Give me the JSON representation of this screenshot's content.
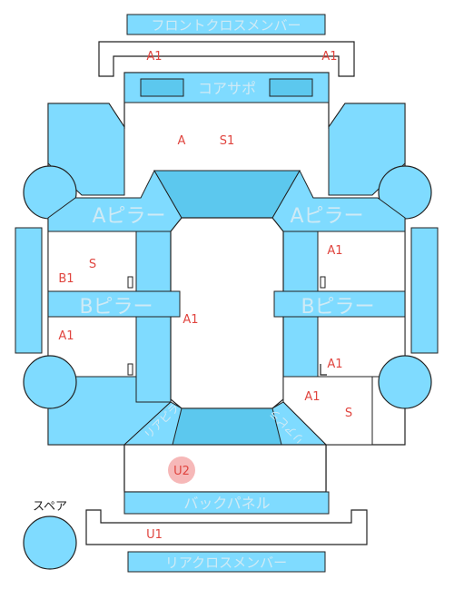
{
  "parts": {
    "front_cross_member": "フロントクロスメンバー",
    "core_support": "コアサポ",
    "a_pillar_left": "Aピラー",
    "a_pillar_right": "Aピラー",
    "b_pillar_left": "Bピラー",
    "b_pillar_right": "Bピラー",
    "back_panel": "バックパネル",
    "rear_cross_member": "リアクロスメンバー",
    "spare": "スペア",
    "rear_left_corner": "リアピラ",
    "rear_right_corner": "リアピラ"
  },
  "codes": {
    "front_member_left": "A1",
    "front_member_right": "A1",
    "front_area_a": "A",
    "front_area_s1": "S1",
    "left_upper_s": "S",
    "left_upper_b1": "B1",
    "left_lower_a1": "A1",
    "right_upper_a1": "A1",
    "right_lower_a1": "A1",
    "roof_a1": "A1",
    "right_rear_a1": "A1",
    "right_rear_s": "S",
    "rear_u2": "U2",
    "rear_member_u1": "U1"
  },
  "colors": {
    "part_fill": "#7fdbff",
    "part_fill_dark": "#5cc8ee",
    "outline": "#222222",
    "label": "#cfeaf5",
    "code": "#e0453f",
    "u2_badge": "#f6b8b8"
  }
}
